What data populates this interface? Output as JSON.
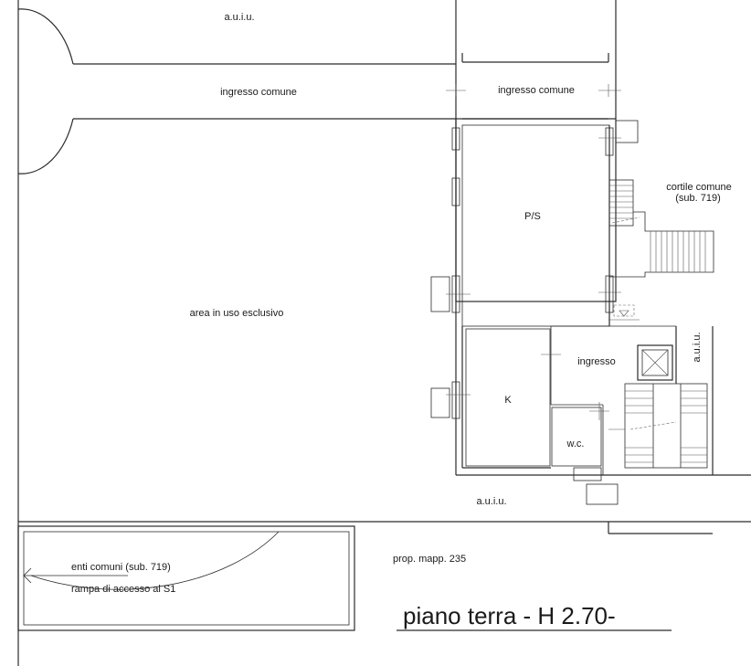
{
  "labels": {
    "auiu_top": "a.u.i.u.",
    "ingresso_comune_left": "ingresso comune",
    "ingresso_comune_right": "ingresso comune",
    "cortile_comune_line1": "cortile comune",
    "cortile_comune_line2": "(sub. 719)",
    "ps": "P/S",
    "area_esclusivo": "area in uso esclusivo",
    "ingresso": "ingresso",
    "auiu_vertical": "a.u.i.u.",
    "kitchen": "K",
    "wc": "w.c.",
    "auiu_bottom": "a.u.i.u.",
    "enti_comuni": "enti comuni (sub. 719)",
    "rampa": "rampa di accesso al S1",
    "prop_mapp": "prop. mapp. 235"
  },
  "title": "piano terra - H 2.70-"
}
